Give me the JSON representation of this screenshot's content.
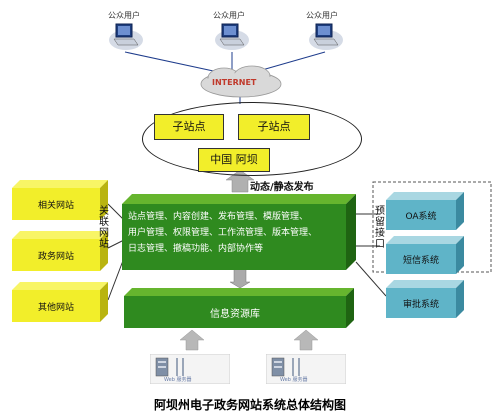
{
  "users": [
    "公众用户",
    "公众用户",
    "公众用户"
  ],
  "internet_label": "INTERNET",
  "sub_sites": [
    "子站点",
    "子站点"
  ],
  "main_site": "中国 阿坝",
  "publish_label": "动态/静态发布",
  "left_sites": [
    "相关网站",
    "政务网站",
    "其他网站"
  ],
  "link_label": "关联网站",
  "center_lines": [
    "站点管理、内容创建、发布管理、模版管理、",
    "用户管理、权限管理、工作流管理、版本管理、",
    "日志管理、撤稿功能、内部协作等"
  ],
  "right_reserve_label": "预留接口",
  "right_systems": [
    "OA系统",
    "短信系统",
    "审批系统"
  ],
  "info_db": "信息资源库",
  "server_labels": [
    "Web 服务器",
    "Web 服务器"
  ],
  "caption": "阿坝州电子政务网站系统总体结构图",
  "colors": {
    "green": "#2f8a1f",
    "green_top": "#66b52e",
    "yellow": "#f2ee2a",
    "teal": "#5fb4c8",
    "teal_top": "#a9d7e2"
  }
}
